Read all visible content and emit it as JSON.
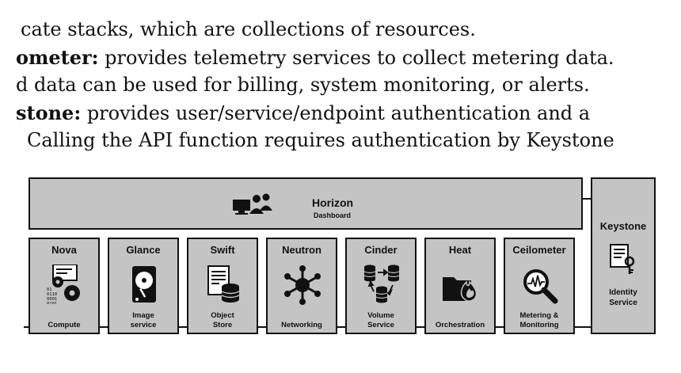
{
  "text": {
    "line0": "cate stacks, which are collections of resources.",
    "line1_bold": "ometer:",
    "line1_rest": " provides telemetry services to collect metering data.",
    "line2": "d data can be used for billing, system monitoring, or alerts.",
    "line3_bold": "stone:",
    "line3_rest": " provides user/service/endpoint authentication and a",
    "line4": "Calling the API function requires authentication by Keystone"
  },
  "diagram": {
    "horizon": {
      "title": "Horizon",
      "subtitle": "Dashboard",
      "icon": "users-computer-icon"
    },
    "keystone": {
      "title": "Keystone",
      "subtitle_line1": "Identity",
      "subtitle_line2": "Service",
      "icon": "key-document-icon"
    },
    "services": [
      {
        "name": "Nova",
        "label1": "Compute",
        "label2": "",
        "icon": "gears-binary-icon"
      },
      {
        "name": "Glance",
        "label1": "Image",
        "label2": "service",
        "icon": "disk-drive-icon"
      },
      {
        "name": "Swift",
        "label1": "Object",
        "label2": "Store",
        "icon": "document-database-icon"
      },
      {
        "name": "Neutron",
        "label1": "Networking",
        "label2": "",
        "icon": "network-hub-icon"
      },
      {
        "name": "Cinder",
        "label1": "Volume",
        "label2": "Service",
        "icon": "volume-databases-icon"
      },
      {
        "name": "Heat",
        "label1": "Orchestration",
        "label2": "",
        "icon": "folder-flame-icon"
      },
      {
        "name": "Ceilometer",
        "label1": "Metering &",
        "label2": "Monitoring",
        "icon": "magnifier-graph-icon"
      }
    ],
    "colors": {
      "box_fill": "#c4c4c4",
      "stroke": "#111111"
    }
  }
}
